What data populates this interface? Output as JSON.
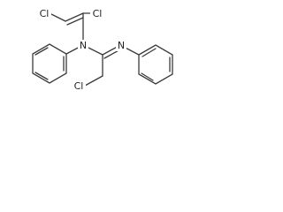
{
  "molecule": {
    "atoms": {
      "cl_top_left": "Cl",
      "cl_top_right": "Cl",
      "n_amine": "N",
      "n_imine": "N",
      "cl_bottom": "Cl"
    },
    "colors": {
      "bond": "#3a3a3a",
      "label": "#222222",
      "background": "#ffffff"
    }
  }
}
